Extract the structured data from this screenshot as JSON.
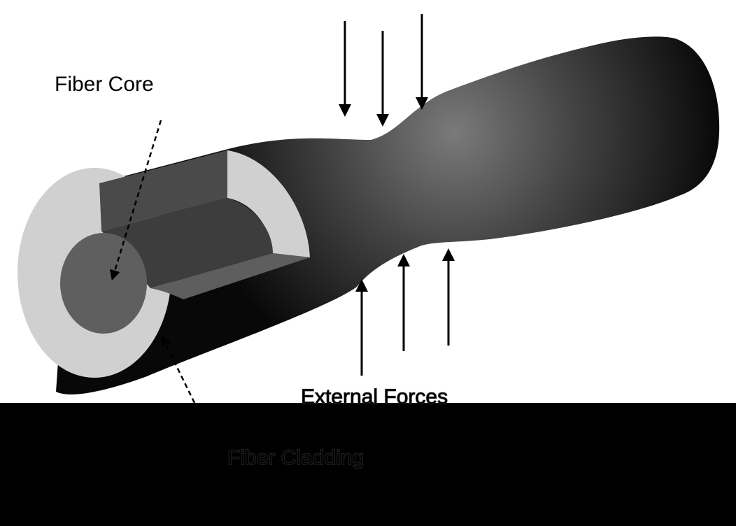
{
  "labels": {
    "core": "Fiber Core",
    "forces": "External Forces",
    "cladding": "Fiber Cladding"
  }
}
